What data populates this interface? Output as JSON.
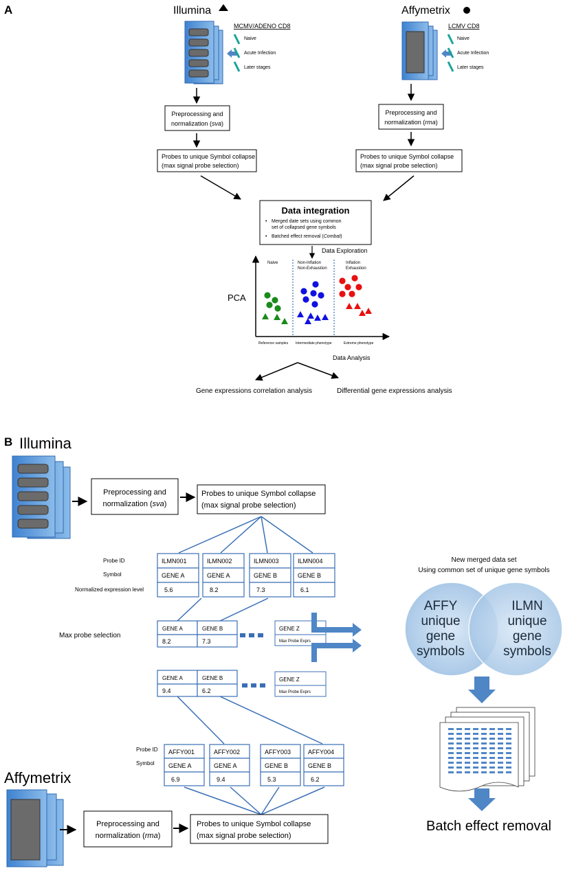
{
  "panel_a": {
    "label": "A",
    "illumina": {
      "title": "Illumina",
      "marker": "triangle",
      "dataset_title": "MCMV/ADENO CD8",
      "stages": [
        "Naive",
        "Acute Infection",
        "Later stages"
      ],
      "preprocess_line1": "Preprocessing and",
      "preprocess_line2_prefix": "normalization (",
      "preprocess_method": "sva",
      "preprocess_line2_suffix": ")",
      "collapse_line1": "Probes to unique Symbol collapse",
      "collapse_line2": "(max signal probe selection)"
    },
    "affymetrix": {
      "title": "Affymetrix",
      "marker": "circle",
      "dataset_title": "LCMV CD8",
      "stages": [
        "Naive",
        "Acute Infection",
        "Later stages"
      ],
      "preprocess_line1": "Preprocessing and",
      "preprocess_line2_prefix": "normalization (",
      "preprocess_method": "rma",
      "preprocess_line2_suffix": ")",
      "collapse_line1": "Probes to unique Symbol collapse",
      "collapse_line2": "(max signal probe selection)"
    },
    "integration": {
      "title": "Data integration",
      "bullet1_line1": "Merged date sets using common",
      "bullet1_line2": "set of collapsed gene symbols",
      "bullet2_prefix": "Batched effect removal (",
      "bullet2_method": "Combat",
      "bullet2_suffix": ")"
    },
    "exploration_label": "Data Exploration",
    "pca": {
      "ylabel": "PCA",
      "groups": [
        {
          "title_lines": [
            "Naive"
          ],
          "axis_label": "Reference samples",
          "color": "#1a8a1a"
        },
        {
          "title_lines": [
            "Non-Inflation",
            "Non-Exhaustion"
          ],
          "axis_label": "Intermediate phenotype",
          "color": "#1010e0"
        },
        {
          "title_lines": [
            "Inflation",
            "Exhaustion"
          ],
          "axis_label": "Extreme phenotype",
          "color": "#e81010"
        }
      ]
    },
    "analysis_label": "Data Analysis",
    "analysis_left": "Gene expressions correlation analysis",
    "analysis_right": "Differential gene expressions analysis"
  },
  "panel_b": {
    "label": "B",
    "illumina_title": "Illumina",
    "affymetrix_title": "Affymetrix",
    "illumina_preprocess_line1": "Preprocessing and",
    "illumina_preprocess_line2_prefix": "normalization (",
    "illumina_preprocess_method": "sva",
    "illumina_preprocess_line2_suffix": ")",
    "affy_preprocess_line1": "Preprocessing and",
    "affy_preprocess_line2_prefix": "normalization (",
    "affy_preprocess_method": "rma",
    "affy_preprocess_line2_suffix": ")",
    "collapse_line1": "Probes to unique Symbol collapse",
    "collapse_line2": "(max signal probe selection)",
    "row_labels_ilmn": [
      "Probe ID",
      "Symbol",
      "Normalized expression level"
    ],
    "row_labels_affy": [
      "Probe ID",
      "Symbol"
    ],
    "ilmn_table": [
      {
        "probe": "ILMN001",
        "symbol": "GENE A",
        "value": "5.6"
      },
      {
        "probe": "ILMN002",
        "symbol": "GENE A",
        "value": "8.2"
      },
      {
        "probe": "ILMN003",
        "symbol": "GENE B",
        "value": "7.3"
      },
      {
        "probe": "ILMN004",
        "symbol": "GENE B",
        "value": "6.1"
      }
    ],
    "max_probe_label": "Max probe selection",
    "ilmn_max": [
      {
        "symbol": "GENE A",
        "value": "8.2"
      },
      {
        "symbol": "GENE B",
        "value": "7.3"
      }
    ],
    "ilmn_max_last": {
      "symbol": "GENE Z",
      "value": "Max Probe Exprs"
    },
    "affy_max": [
      {
        "symbol": "GENE A",
        "value": "9.4"
      },
      {
        "symbol": "GENE B",
        "value": "6.2"
      }
    ],
    "affy_max_last": {
      "symbol": "GENE Z",
      "value": "Max Probe Exprs"
    },
    "affy_table": [
      {
        "probe": "AFFY001",
        "symbol": "GENE A",
        "value": "6.9"
      },
      {
        "probe": "AFFY002",
        "symbol": "GENE A",
        "value": "9.4"
      },
      {
        "probe": "AFFY003",
        "symbol": "GENE B",
        "value": "5.3"
      },
      {
        "probe": "AFFY004",
        "symbol": "GENE B",
        "value": "6.2"
      }
    ],
    "merged_line1": "New merged data set",
    "merged_line2": "Using common set of unique gene symbols",
    "venn_left": [
      "AFFY",
      "unique",
      "gene",
      "symbols"
    ],
    "venn_right": [
      "ILMN",
      "unique",
      "gene",
      "symbols"
    ],
    "batch_label": "Batch effect removal"
  },
  "colors": {
    "array_blue": "#5b9bd5",
    "teal": "#1aa39a",
    "arrow_blue": "#4f86c6",
    "table_border": "#3a6fb5",
    "venn_fill": "#aecbe8"
  }
}
